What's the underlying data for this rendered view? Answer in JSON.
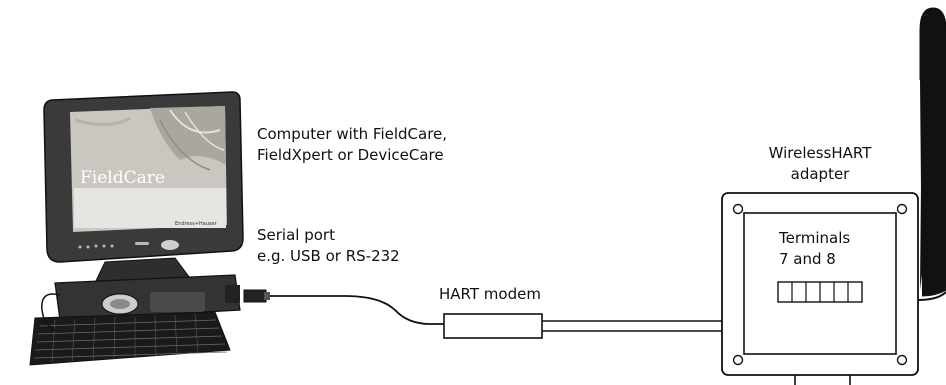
{
  "labels": {
    "computer_line1": "Computer with FieldCare,",
    "computer_line2": "FieldXpert or DeviceCare",
    "serial_line1": "Serial port",
    "serial_line2": "e.g. USB or RS-232",
    "hart_modem": "HART modem",
    "adapter_line1": "WirelessHART",
    "adapter_line2": "adapter",
    "terminals_line1": "Terminals",
    "terminals_line2": "7 and 8"
  },
  "screen": {
    "app_name": "FieldCare",
    "brand": "Endress+Hauser"
  },
  "colors": {
    "line": "#111111",
    "screen_bg": "#c9c7c0",
    "monitor_body": "#2a2a2a"
  }
}
